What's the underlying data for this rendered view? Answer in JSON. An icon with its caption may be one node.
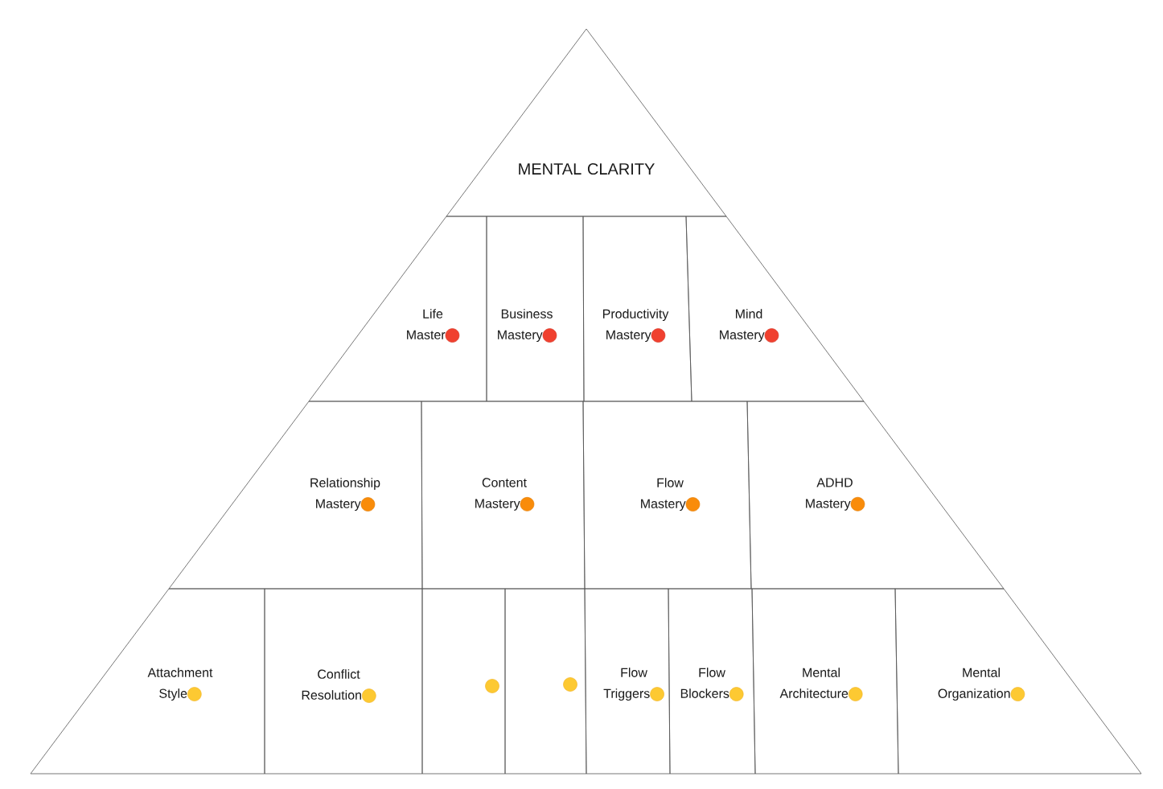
{
  "diagram": {
    "nodes": [
      {
        "text": [
          "MENTAL CLARITY"
        ]
      },
      {
        "text": [
          "Life Master"
        ]
      },
      {
        "text": [
          "Business Mastery"
        ]
      },
      {
        "text": [
          "Productivity Mastery"
        ]
      },
      {
        "text": [
          "Mind Mastery"
        ]
      },
      {
        "text": [
          "Relationship Mastery"
        ]
      },
      {
        "text": [
          "Content Mastery"
        ]
      },
      {
        "text": [
          "Flow Mastery"
        ]
      },
      {
        "text": [
          "ADHD Mastery"
        ]
      },
      {
        "text": [
          "Attachment Style"
        ]
      },
      {
        "text": [
          "Conflict Resolution"
        ]
      },
      {
        "text": [],
        "shape": "box"
      },
      {
        "text": [],
        "shape": "box"
      },
      {
        "text": [
          "Flow Triggers"
        ]
      },
      {
        "text": [
          "Flow Blockers"
        ]
      },
      {
        "text": [
          "Mental Architecture"
        ]
      },
      {
        "text": [
          "Mental Organization"
        ]
      }
    ]
  }
}
